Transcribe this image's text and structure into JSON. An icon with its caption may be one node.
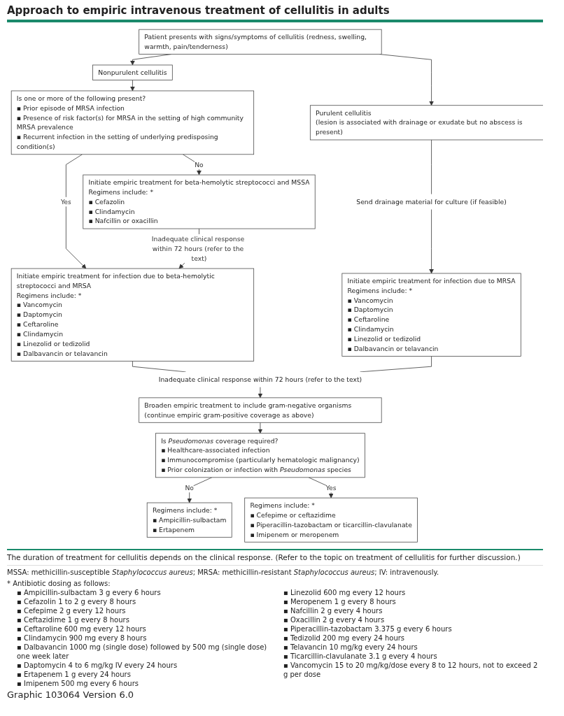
{
  "diagram": {
    "title": "Approach to empiric intravenous treatment of cellulitis in adults",
    "nodes": [
      {
        "text": [
          "Patient presents with signs/symptoms of cellulitis (redness, swelling, warmth, pain/tenderness)"
        ]
      },
      {
        "text": [
          "Nonpurulent cellulitis"
        ]
      },
      {
        "text": [
          "Purulent cellulitis",
          "(lesion is associated with drainage or exudate but no abscess is present)"
        ]
      },
      {
        "text": [
          "Is one or more of the following present?",
          "▪ Prior episode of MRSA infection",
          "▪ Presence of risk factor(s) for MRSA in the setting of high community MRSA prevalence",
          "▪ Recurrent infection in the setting of underlying predisposing condition(s)"
        ]
      },
      {
        "text": [
          "Send drainage material for culture (if feasible)"
        ]
      },
      {
        "text": [
          "Initiate empiric treatment for beta-hemolytic streptococci and MSSA",
          "Regimens include: *",
          "▪ Cefazolin",
          "▪ Clindamycin",
          "▪ Nafcillin or oxacillin"
        ]
      },
      {
        "text": [
          "Initiate empiric treatment for infection due to beta-hemolytic streptococci and MRSA",
          "Regimens include: *",
          "▪ Vancomycin",
          "▪ Daptomycin",
          "▪ Ceftaroline",
          "▪ Clindamycin",
          "▪ Linezolid or tedizolid",
          "▪ Dalbavancin or telavancin"
        ]
      },
      {
        "text": [
          "Initiate empiric treatment for infection due to MRSA",
          "Regimens include: *",
          "▪ Vancomycin",
          "▪ Daptomycin",
          "▪ Ceftaroline",
          "▪ Clindamycin",
          "▪ Linezolid or tedizolid",
          "▪ Dalbavancin or telavancin"
        ]
      },
      {
        "text": [
          "Inadequate clinical response within 72 hours (refer to the text)"
        ]
      },
      {
        "text": [
          "Broaden empiric treatment to include gram-negative organisms (continue empiric gram-positive coverage as above)"
        ]
      },
      {
        "text": [
          "Is *Pseudomonas* coverage required?",
          "▪ Healthcare-associated infection",
          "▪ Immunocompromise (particularly hematologic malignancy)",
          "▪ Prior colonization or infection with *Pseudomonas* species"
        ]
      },
      {
        "text": [
          "Regimens include: *",
          "▪ Ampicillin-sulbactam",
          "▪ Ertapenem"
        ]
      },
      {
        "text": [
          "Regimens include: *",
          "▪ Cefepime or ceftazidime",
          "▪ Piperacillin-tazobactam or ticarcillin-clavulanate",
          "▪ Imipenem or meropenem"
        ]
      }
    ],
    "edges": [
      {
        "from": 0,
        "to": 1,
        "arrow": "to"
      },
      {
        "from": 0,
        "to": 2,
        "arrow": "to"
      },
      {
        "from": 1,
        "to": 3,
        "arrow": "to"
      },
      {
        "from": 2,
        "to": 4,
        "arrow": "none"
      },
      {
        "from": 3,
        "to": 5,
        "arrow": "to",
        "label": "No"
      },
      {
        "from": 3,
        "to": 6,
        "arrow": "to",
        "label": "Yes"
      },
      {
        "from": 4,
        "to": 7,
        "arrow": "to"
      },
      {
        "from": 5,
        "to": 6,
        "arrow": "to",
        "label": "Inadequate clinical response within 72 hours (refer to the text)"
      },
      {
        "from": 6,
        "to": 8,
        "arrow": "none"
      },
      {
        "from": 7,
        "to": 8,
        "arrow": "none"
      },
      {
        "from": 8,
        "to": 9,
        "arrow": "to"
      },
      {
        "from": 9,
        "to": 10,
        "arrow": "to"
      },
      {
        "from": 10,
        "to": 11,
        "arrow": "to",
        "label": "No"
      },
      {
        "from": 10,
        "to": 12,
        "arrow": "to",
        "label": "Yes"
      }
    ],
    "labels": [
      "The duration of treatment for cellulitis depends on the clinical response. (Refer to the topic on treatment of cellulitis for further discussion.)",
      "MSSA: methicillin-susceptible *Staphylococcus aureus*; MRSA: methicillin-resistant *Staphylococcus aureus*; IV: intravenously.",
      "* Antibiotic dosing as follows:",
      "▪ Ampicillin-sulbactam 3 g every 6 hours",
      "▪ Cefazolin 1 to 2 g every 8 hours",
      "▪ Cefepime 2 g every 12 hours",
      "▪ Ceftazidime 1 g every 8 hours",
      "▪ Ceftaroline 600 mg every 12 hours",
      "▪ Clindamycin 900 mg every 8 hours",
      "▪ Dalbavancin 1000 mg (single dose) followed by 500 mg (single dose) one week later",
      "▪ Daptomycin 4 to 6 mg/kg IV every 24 hours",
      "▪ Ertapenem 1 g every 24 hours",
      "▪ Imipenem 500 mg every 6 hours",
      "▪ Linezolid 600 mg every 12 hours",
      "▪ Meropenem 1 g every 8 hours",
      "▪ Nafcillin 2 g every 4 hours",
      "▪ Oxacillin 2 g every 4 hours",
      "▪ Piperacillin-tazobactam 3.375 g every 6 hours",
      "▪ Tedizolid 200 mg every 24 hours",
      "▪ Telavancin 10 mg/kg every 24 hours",
      "▪ Ticarcillin-clavulanate 3.1 g every 4 hours",
      "▪ Vancomycin 15 to 20 mg/kg/dose every 8 to 12 hours, not to exceed 2 g per dose",
      "Graphic 103064 Version 6.0"
    ]
  }
}
